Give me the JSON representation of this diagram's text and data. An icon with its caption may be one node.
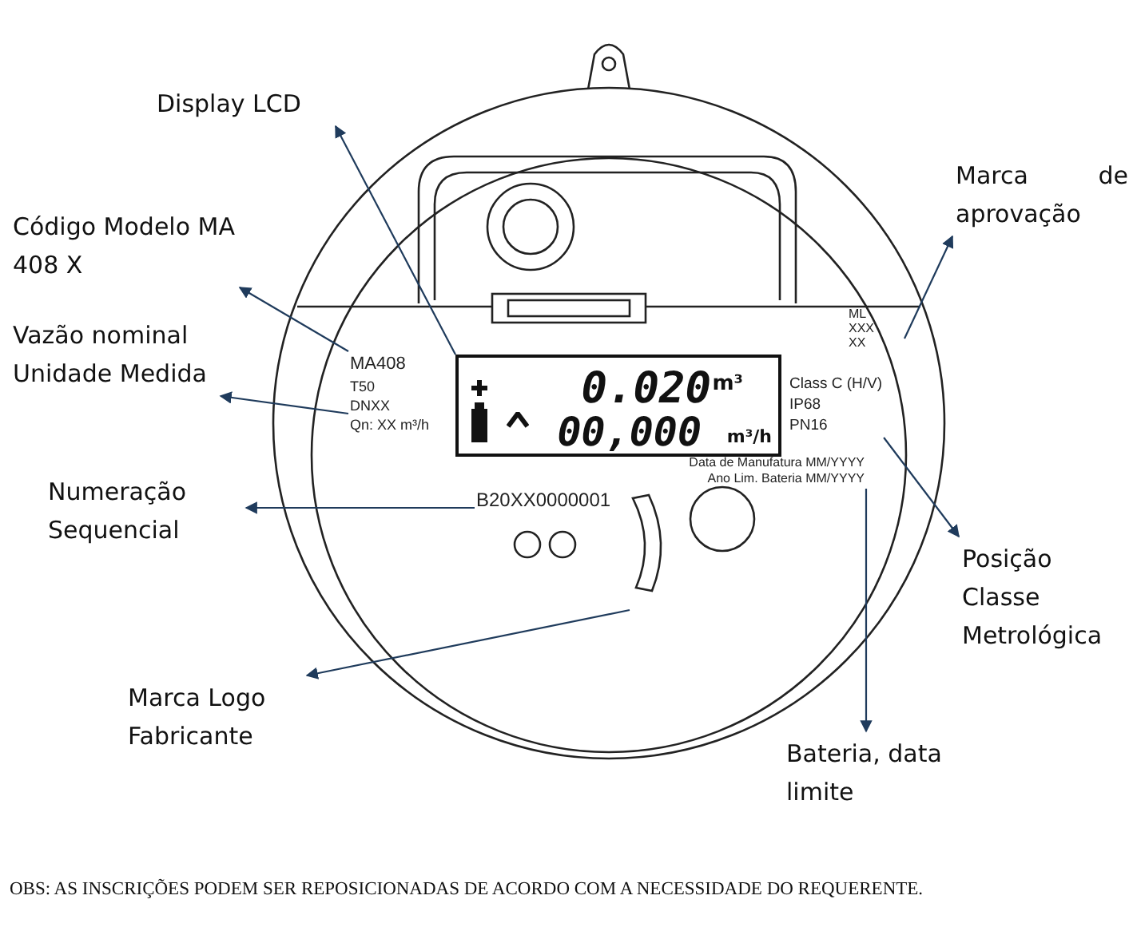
{
  "diagram": {
    "caption": "OBS: AS INSCRIÇÕES PODEM SER REPOSICIONADAS DE ACORDO COM A NECESSIDADE DO REQUERENTE.",
    "nodes": [
      {
        "text": [
          "0.020",
          "m³",
          "00,000",
          "m³/h"
        ]
      },
      {
        "text": [
          "Display LCD"
        ]
      },
      {
        "text": [
          "MA408"
        ]
      },
      {
        "text": [
          "Código Modelo MA 408 X"
        ]
      },
      {
        "text": [
          "Qn: XX m³/h"
        ]
      },
      {
        "text": [
          "Vazão nominal Unidade Medida"
        ]
      },
      {
        "text": [
          "B20XX0000001"
        ]
      },
      {
        "text": [
          "Numeração Sequencial"
        ]
      },
      {
        "text": [
          "Marca Logo Fabricante"
        ]
      },
      {
        "text": [
          "Marca de aprovação"
        ]
      },
      {
        "text": [
          "Class C (H/V)",
          "IP68",
          "PN16"
        ]
      },
      {
        "text": [
          "Posição Classe Metrológica"
        ]
      },
      {
        "text": [
          "Ano Lim. Bateria MM/YYYY"
        ]
      },
      {
        "text": [
          "Bateria, data limite"
        ]
      }
    ],
    "edges": [
      {
        "from": 0,
        "to": 1,
        "arrow": "to"
      },
      {
        "from": 2,
        "to": 3,
        "arrow": "to"
      },
      {
        "from": 4,
        "to": 5,
        "arrow": "to"
      },
      {
        "from": 6,
        "to": 7,
        "arrow": "to"
      },
      {
        "from": null,
        "to": 8,
        "arrow": "to"
      },
      {
        "from": null,
        "to": 9,
        "arrow": "to"
      },
      {
        "from": 10,
        "to": 11,
        "arrow": "to"
      },
      {
        "from": 12,
        "to": 13,
        "arrow": "to"
      }
    ],
    "labels": [
      "ML",
      "XXX",
      "XX",
      "T50",
      "DNXX",
      "Data de Manufatura MM/YYYY"
    ]
  }
}
